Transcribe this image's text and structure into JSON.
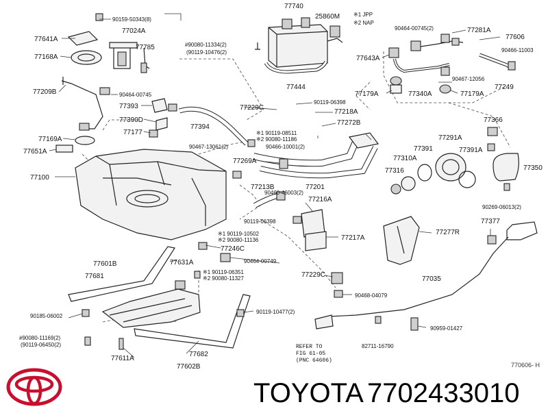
{
  "labels": [
    {
      "id": "l1",
      "text": "77740"
    },
    {
      "id": "l2",
      "text": "25860M"
    },
    {
      "id": "l3",
      "text": "※1 JPP"
    },
    {
      "id": "l4",
      "text": "※2 NAP"
    },
    {
      "id": "l5",
      "text": "90159-50343(8)"
    },
    {
      "id": "l6",
      "text": "77641A"
    },
    {
      "id": "l7",
      "text": "77024A"
    },
    {
      "id": "l8",
      "text": "77785"
    },
    {
      "id": "l9",
      "text": "77168A"
    },
    {
      "id": "l10",
      "text": "#90080-11334(2)"
    },
    {
      "id": "l11",
      "text": "(90119-10476(2)"
    },
    {
      "id": "l12",
      "text": "90464-00745(2)"
    },
    {
      "id": "l13",
      "text": "77281A"
    },
    {
      "id": "l14",
      "text": "77606"
    },
    {
      "id": "l15",
      "text": "90466-11003"
    },
    {
      "id": "l16",
      "text": "77643A"
    },
    {
      "id": "l17",
      "text": "90467-12056"
    },
    {
      "id": "l18",
      "text": "77249"
    },
    {
      "id": "l19",
      "text": "77444"
    },
    {
      "id": "l20",
      "text": "77209B"
    },
    {
      "id": "l21",
      "text": "90464-00745"
    },
    {
      "id": "l22",
      "text": "77179A"
    },
    {
      "id": "l23",
      "text": "77340A"
    },
    {
      "id": "l24",
      "text": "77179A"
    },
    {
      "id": "l25",
      "text": "90119-06398"
    },
    {
      "id": "l26",
      "text": "77218A"
    },
    {
      "id": "l27",
      "text": "77393"
    },
    {
      "id": "l28",
      "text": "77229C"
    },
    {
      "id": "l29",
      "text": "77390D"
    },
    {
      "id": "l30",
      "text": "77394"
    },
    {
      "id": "l31",
      "text": "77272B"
    },
    {
      "id": "l32",
      "text": "77366"
    },
    {
      "id": "l33",
      "text": "77177"
    },
    {
      "id": "l34",
      "text": "※1 90119-08511"
    },
    {
      "id": "l35",
      "text": "※2 90080-11186"
    },
    {
      "id": "l36",
      "text": "77169A"
    },
    {
      "id": "l37",
      "text": "90467-13061(2)"
    },
    {
      "id": "l38",
      "text": "90466-10001(2)"
    },
    {
      "id": "l39",
      "text": "77291A"
    },
    {
      "id": "l40",
      "text": "77651A"
    },
    {
      "id": "l41",
      "text": "77391"
    },
    {
      "id": "l42",
      "text": "77391A"
    },
    {
      "id": "l43",
      "text": "77310A"
    },
    {
      "id": "l44",
      "text": "77269A"
    },
    {
      "id": "l45",
      "text": "77350"
    },
    {
      "id": "l46",
      "text": "77100"
    },
    {
      "id": "l47",
      "text": "77316"
    },
    {
      "id": "l48",
      "text": "77201"
    },
    {
      "id": "l49",
      "text": "77213B"
    },
    {
      "id": "l50",
      "text": "90460-46003(2)"
    },
    {
      "id": "l51",
      "text": "77216A"
    },
    {
      "id": "l52",
      "text": "90269-06013(2)"
    },
    {
      "id": "l53",
      "text": "90119-06398"
    },
    {
      "id": "l54",
      "text": "77377"
    },
    {
      "id": "l55",
      "text": "77277R"
    },
    {
      "id": "l56",
      "text": "※1 90119-10502"
    },
    {
      "id": "l57",
      "text": "※2 90080-11136"
    },
    {
      "id": "l58",
      "text": "77217A"
    },
    {
      "id": "l59",
      "text": "77246C"
    },
    {
      "id": "l60",
      "text": "77601B"
    },
    {
      "id": "l61",
      "text": "90464-00749"
    },
    {
      "id": "l62",
      "text": "77631A"
    },
    {
      "id": "l63",
      "text": "77681"
    },
    {
      "id": "l64",
      "text": "※1 90119-06351"
    },
    {
      "id": "l65",
      "text": "※2 90080-11327"
    },
    {
      "id": "l66",
      "text": "77229C"
    },
    {
      "id": "l67",
      "text": "77035"
    },
    {
      "id": "l68",
      "text": "90468-04079"
    },
    {
      "id": "l69",
      "text": "90185-06002"
    },
    {
      "id": "l70",
      "text": "90119-10477(2)"
    },
    {
      "id": "l71",
      "text": "90959-01427"
    },
    {
      "id": "l72",
      "text": "#90080-11169(2)"
    },
    {
      "id": "l73",
      "text": "(90119-06450(2)"
    },
    {
      "id": "l74",
      "text": "REFER TO"
    },
    {
      "id": "l75",
      "text": "FIG 61-05"
    },
    {
      "id": "l76",
      "text": "(PNC 64606)"
    },
    {
      "id": "l77",
      "text": "82711-16790"
    },
    {
      "id": "l78",
      "text": "77682"
    },
    {
      "id": "l79",
      "text": "77611A"
    },
    {
      "id": "l80",
      "text": "77602B"
    }
  ],
  "drawing_number": "770606- H",
  "brand": "TOYOTA",
  "part_number": "7702433010"
}
